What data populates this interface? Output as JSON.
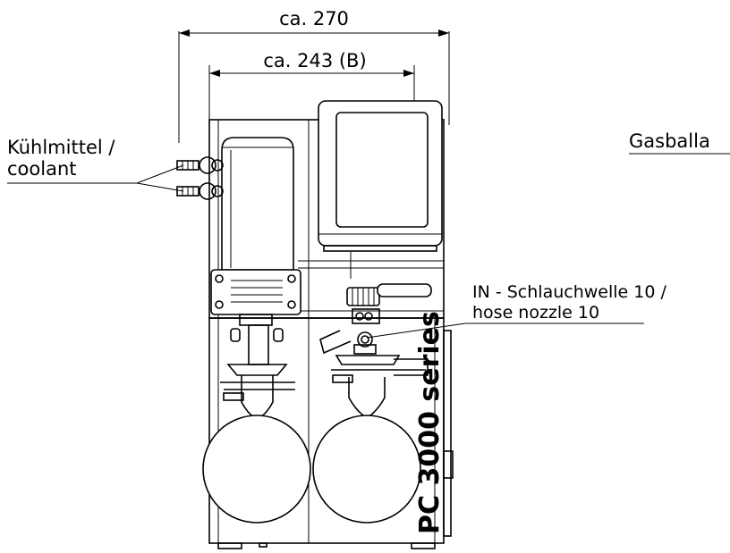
{
  "drawing": {
    "dimensions": {
      "overall_width": "ca. 270",
      "body_width": "ca. 243 (B)"
    },
    "callouts": {
      "coolant": [
        "Kühlmittel /",
        "coolant"
      ],
      "inlet": [
        "IN - Schlauchwelle 10 /",
        "hose nozzle 10"
      ],
      "gas_ballast": "Gasballa"
    },
    "product_label": "PC 3000 series"
  }
}
